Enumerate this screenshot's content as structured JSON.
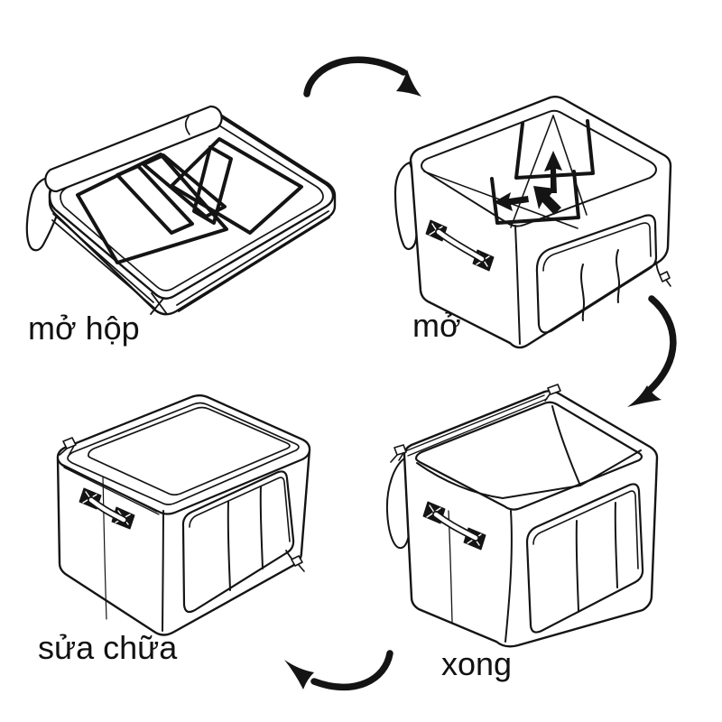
{
  "page": {
    "background": "#ffffff",
    "ink_color": "#141414",
    "description": "4-step instruction line drawing for a foldable fabric storage box"
  },
  "steps": [
    {
      "position": "top-left",
      "label": "mở hộp",
      "illustration": "box-folded-flat"
    },
    {
      "position": "top-right",
      "label": "mở",
      "illustration": "box-opening-wire-frame-with-arrows"
    },
    {
      "position": "bottom-right",
      "label": "xong",
      "illustration": "box-fully-open"
    },
    {
      "position": "bottom-left",
      "label": "sửa chữa",
      "illustration": "box-closed-with-lid"
    }
  ],
  "arrows": [
    {
      "from": "mở hộp",
      "to": "mở",
      "shape": "curved-arrow-down-right"
    },
    {
      "from": "mở",
      "to": "xong",
      "shape": "curved-arrow-down-left"
    },
    {
      "from": "xong",
      "to": "sửa chữa",
      "shape": "curved-arrow-up-left"
    }
  ]
}
